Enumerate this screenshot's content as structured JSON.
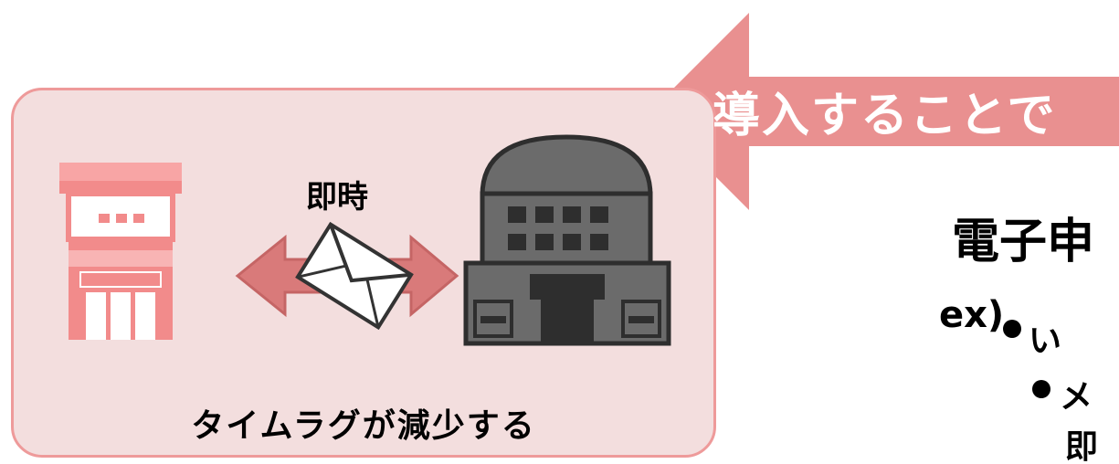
{
  "banner": {
    "text": "導入することで",
    "color": "#e99090"
  },
  "panel": {
    "caption": "タイムラグが減少する",
    "background": "#f3dede",
    "border_color": "#ee9a9a"
  },
  "exchange": {
    "label": "即時"
  },
  "right_side": {
    "heading": "電子申",
    "example_prefix": "ex)",
    "bullets": [
      {
        "text": "い"
      },
      {
        "text": "メ"
      }
    ],
    "trailing_text": "即"
  },
  "icons": {
    "store": "store-icon",
    "office": "office-building-icon",
    "mail": "envelope-icon",
    "double_arrow": "double-arrow-icon"
  },
  "colors": {
    "store_pink": "#f28b8b",
    "store_light": "#f8b4b4",
    "building_gray": "#6b6b6b",
    "building_dark": "#2e2e2e",
    "arrow_red": "#d97a7a"
  }
}
